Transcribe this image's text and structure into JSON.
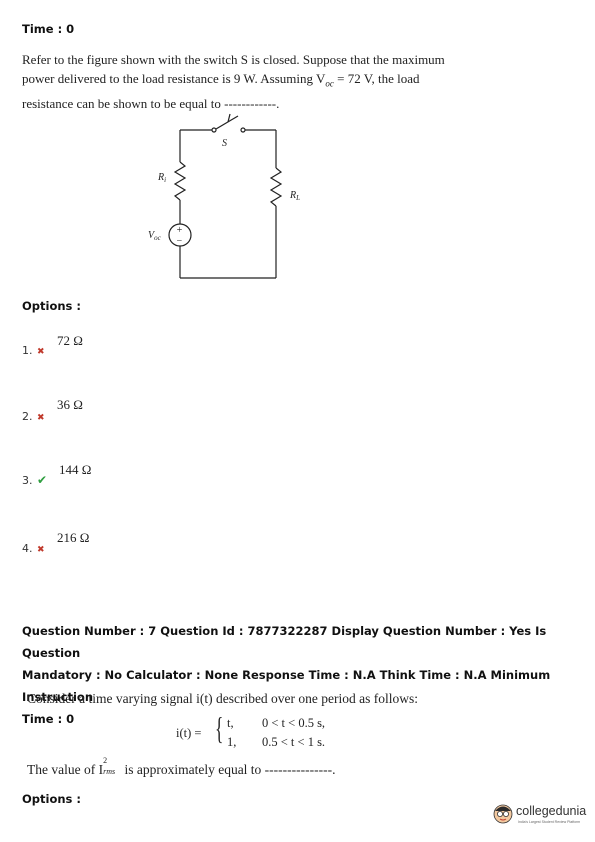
{
  "q6": {
    "time_label": "Time : 0",
    "line1": "Refer to the figure shown with the switch S is closed. Suppose that the maximum",
    "line2": "power delivered to the load resistance is 9 W. Assuming V",
    "line2_sub": "oc",
    "line2_end": " = 72 V, the load",
    "line3": "resistance can be shown to be equal to ------------.",
    "circuit": {
      "switch_label": "S",
      "ri_label": "R",
      "ri_sub": "i",
      "rl_label": "R",
      "rl_sub": "L",
      "voc_label": "V",
      "voc_sub": "oc",
      "plus": "+",
      "minus": "−"
    },
    "options_label": "Options :",
    "options": [
      {
        "num": "1.",
        "value": "72 Ω",
        "mark": "✖"
      },
      {
        "num": "2.",
        "value": "36 Ω",
        "mark": "✖"
      },
      {
        "num": "3.",
        "value": "144 Ω",
        "mark": "✔"
      },
      {
        "num": "4.",
        "value": "216 Ω",
        "mark": "✖"
      }
    ]
  },
  "q7": {
    "meta_line1": "Question Number : 7 Question Id : 7877322287 Display Question Number : Yes Is Question",
    "meta_line2": "Mandatory : No Calculator : None Response Time : N.A Think Time : N.A Minimum Instruction",
    "time_label": "Time : 0",
    "line1": "Consider a time varying signal i(t) described over one period as follows:",
    "eq_lhs": "i(t) =",
    "eq_case1_val": "t,",
    "eq_case1_cond": "0 < t < 0.5 s,",
    "eq_case2_val": "1,",
    "eq_case2_cond": "0.5 < t < 1 s.",
    "line2_start": "The value of I",
    "line2_sup": "2",
    "line2_sub": "rms",
    "line2_end": " is approximately equal to ---------------.",
    "options_label": "Options :"
  },
  "logo": {
    "name": "collegedunia",
    "tagline": "India's Largest Student Review Platform"
  },
  "colors": {
    "cross": "#c0392b",
    "check": "#2e9e3f"
  }
}
